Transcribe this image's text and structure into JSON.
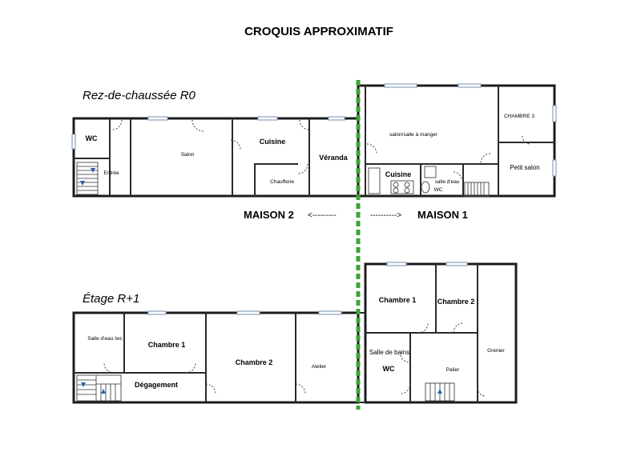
{
  "title": "CROQUIS APPROXIMATIF",
  "levels": {
    "ground": "Rez-de-chaussée R0",
    "upper": "Étage R+1"
  },
  "houses": {
    "left": "MAISON 2",
    "left_arrow": "<---------",
    "right": "MAISON 1",
    "right_arrow": "---------->"
  },
  "ground_rooms": {
    "wc": "WC",
    "entree": "Entrée",
    "salon": "Salon",
    "cuisine": "Cuisine",
    "chaufferie": "Chaufferie",
    "veranda": "Véranda",
    "salon_manger": "salon/salle à manger",
    "cuisine2": "Cuisine",
    "salle_eau": "salle d'eau",
    "wc2": "WC",
    "chambre3": "CHAMBRE 3",
    "petit_salon": "Petit salon"
  },
  "upper_rooms": {
    "salle_eau_wc": "Salle d'eau /wc",
    "chambre1": "Chambre 1",
    "degagement": "Dégagement",
    "chambre2": "Chambre 2",
    "atelier": "Atelier",
    "m1_chambre1": "Chambre 1",
    "m1_chambre2": "Chambre 2",
    "salle_bains": "Salle de bains",
    "wc": "WC",
    "palier": "Palier",
    "grenier": "Grenier"
  }
}
